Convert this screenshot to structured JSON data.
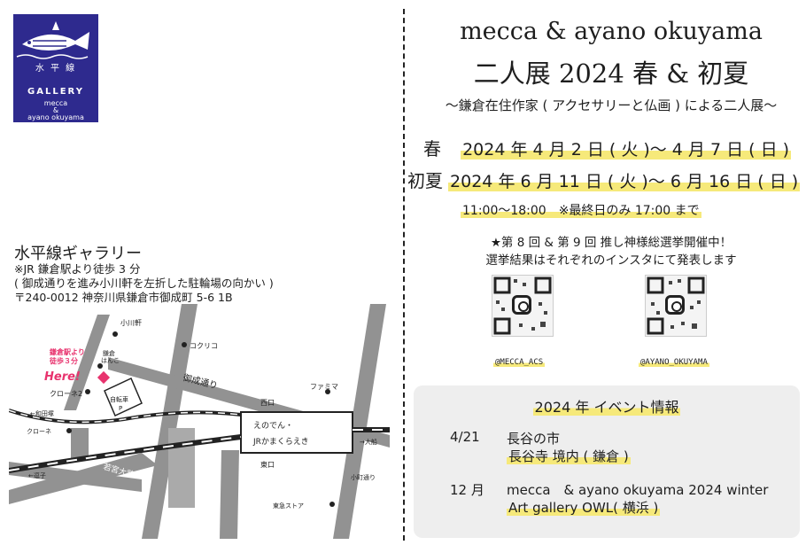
{
  "logo": {
    "kanji": "水 平 線",
    "gallery": "GALLERY",
    "line1": "mecca",
    "line2": "&",
    "line3": "ayano okuyama"
  },
  "title": "mecca & ayano okuyama",
  "subtitle_title": "二人展 2024 春 & 初夏",
  "subtitle": "〜鎌倉在住作家 ( アクセサリーと仏画 ) による二人展〜",
  "periods": [
    {
      "label": "春",
      "dates": "2024 年 4 月 2 日 ( 火 )〜 4 月 7 日 ( 日 )"
    },
    {
      "label": "初夏",
      "dates": "2024 年 6 月 11 日 ( 火 )〜 6 月 16 日 ( 日 )"
    }
  ],
  "hours": "11:00〜18:00　※最終日のみ 17:00 まで",
  "notice": [
    "★第 8 回 & 第 9 回 推し神様総選挙開催中！",
    "選挙結果はそれぞれのインスタにて発表します"
  ],
  "instagram": [
    {
      "handle": "@MECCA_ACS",
      "icon": "instagram-icon"
    },
    {
      "handle": "@AYANO_OKUYAMA",
      "icon": "instagram-icon"
    }
  ],
  "events": {
    "title": "2024 年 イベント情報",
    "items": [
      {
        "date": "4/21",
        "line1": "長谷の市",
        "line2": "長谷寺 境内 ( 鎌倉 )"
      },
      {
        "date": "12 月",
        "line1": "mecca　& ayano okuyama 2024 winter",
        "line2": "Art gallery OWL( 横浜 )"
      }
    ]
  },
  "gallery": {
    "name": "水平線ギャラリー",
    "access": "※JR 鎌倉駅より徒歩 3 分",
    "directions": "( 御成通りを進み小川軒を左折した駐輪場の向かい )",
    "address": "〒240-0012 神奈川県鎌倉市御成町 5-6 1B"
  },
  "map": {
    "labels": {
      "ogawaken": "小川軒",
      "kokuriko": "コクリコ",
      "kamakura_hanko1": "鎌倉",
      "kamakura_hanko2": "はんこ",
      "from_station1": "鎌倉駅より",
      "from_station2": "徒歩３分",
      "here": "Here!",
      "clone2": "クローネ2",
      "bicycle1": "自転車",
      "bicycle2": "P",
      "onari": "御成通り",
      "familymart": "ファミマ",
      "west_exit": "西口",
      "enoden": "えのでん・",
      "jr": "JRかまくらえき",
      "to_ofuna": "→大船",
      "east_exit": "東口",
      "to_wadazuka": "←和田塚",
      "clone": "クローネ",
      "to_zushi": "←逗子",
      "wakamiya": "若宮大路",
      "komachi": "小町通り",
      "tokyu": "東急ストア"
    },
    "colors": {
      "road": "#929292",
      "here": "#e8336e",
      "marker": "#e8336e"
    }
  },
  "colors": {
    "logo_bg": "#2e2a8e",
    "highlight": "#f6e97a",
    "events_bg": "#eeeeee"
  }
}
